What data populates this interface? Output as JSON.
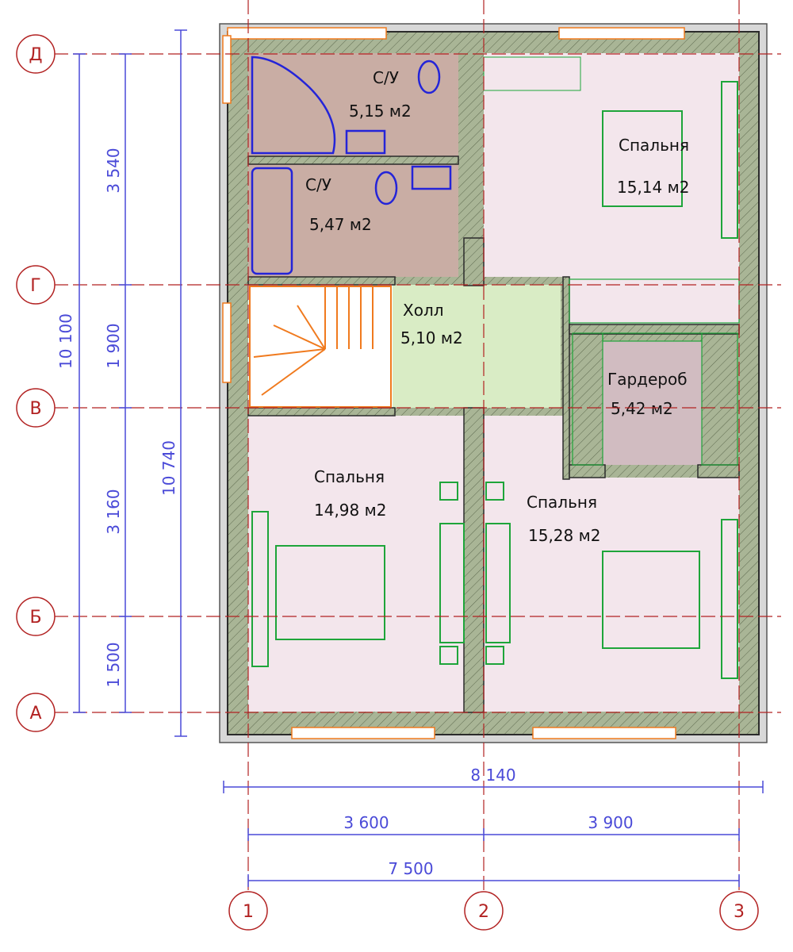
{
  "axes": {
    "rows": [
      "Д",
      "Г",
      "В",
      "Б",
      "А"
    ],
    "cols": [
      "1",
      "2",
      "3"
    ]
  },
  "rooms": [
    {
      "id": "bath1",
      "name": "С/У",
      "area": "5,15 м2"
    },
    {
      "id": "bath2",
      "name": "С/У",
      "area": "5,47 м2"
    },
    {
      "id": "bed_ne",
      "name": "Спальня",
      "area": "15,14 м2"
    },
    {
      "id": "hall",
      "name": "Холл",
      "area": "5,10 м2"
    },
    {
      "id": "wardrobe",
      "name": "Гардероб",
      "area": "5,42 м2"
    },
    {
      "id": "bed_sw",
      "name": "Спальня",
      "area": "14,98 м2"
    },
    {
      "id": "bed_se",
      "name": "Спальня",
      "area": "15,28 м2"
    }
  ],
  "dimensions": {
    "left_outer": "10 100",
    "left_total": "10 740",
    "left_segments": [
      "3 540",
      "1 900",
      "3 160",
      "1 500"
    ],
    "bottom_overall": "8 140",
    "bottom_segments": [
      "3 600",
      "3 900"
    ],
    "bottom_axes_total": "7 500"
  },
  "colors": {
    "wall_fill": "#a9b596",
    "wall_stroke": "#2b2b2b",
    "floor_room": "#f3e6ec",
    "floor_bath": "#c9ada4",
    "floor_hall": "#d9ecc5",
    "floor_wardrobe": "#d1bcc1",
    "furniture_green": "#1ea53a",
    "plumbing_blue": "#2424d8",
    "stairs_orange": "#f07a1e",
    "axis_red": "#b22222",
    "dim_blue": "#4a4ad8"
  }
}
